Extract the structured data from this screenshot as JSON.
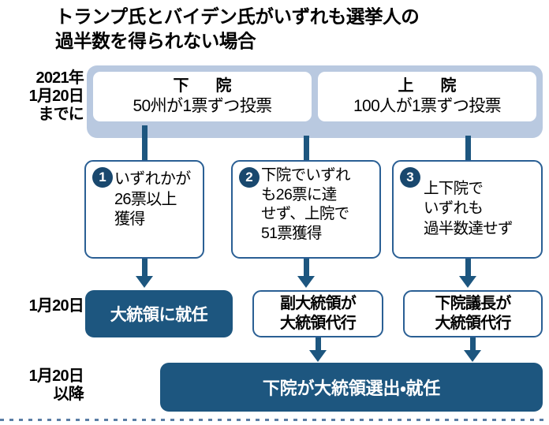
{
  "title": "トランプ氏とバイデン氏がいずれも選挙人の\n過半数を得られない場合",
  "axis": {
    "stage1": "2021年\n1月20日\nまでに",
    "stage2": "1月20日",
    "stage3": "1月20日\n以降"
  },
  "chambers": [
    {
      "name": "下　院",
      "detail": "50州が1票ずつ投票"
    },
    {
      "name": "上　院",
      "detail": "100人が1票ずつ投票"
    }
  ],
  "conditions": [
    {
      "badge": "❶",
      "number": "1",
      "text": "いずれかが\n26票以上\n獲得"
    },
    {
      "badge": "❷",
      "number": "2",
      "text": "下院でいずれ\nも26票に達\nせず、上院で\n51票獲得"
    },
    {
      "badge": "❸",
      "number": "3",
      "text": "上下院で\nいずれも\n過半数達せず"
    }
  ],
  "outcomes": [
    {
      "text": "大統領に就任",
      "style": "filled"
    },
    {
      "text": "副大統領が\n大統領代行",
      "style": "hollow"
    },
    {
      "text": "下院議長が\n大統領代行",
      "style": "hollow"
    }
  ],
  "final": {
    "text": "下院が大統領選出・就任"
  },
  "colors": {
    "panel_fill": "#b9c9e0",
    "accent_dark": "#1d567f",
    "badge_fill": "#19486e",
    "box_border": "#2a5f94",
    "text": "#000000",
    "background": "#ffffff"
  }
}
